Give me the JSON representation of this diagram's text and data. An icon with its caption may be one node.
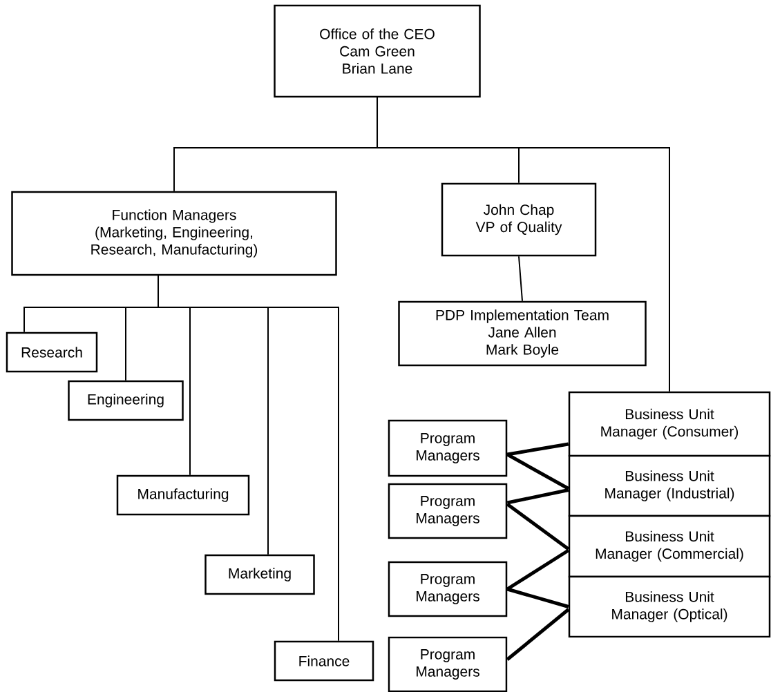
{
  "diagram": {
    "nodes": [
      {
        "text": [
          "Office of the CEO",
          "Cam Green",
          "Brian Lane"
        ]
      },
      {
        "text": [
          "Function Managers",
          "(Marketing, Engineering, Research, Manufacturing)"
        ]
      },
      {
        "text": [
          "John Chap",
          "VP of Quality"
        ]
      },
      {
        "text": [
          "PDP Implementation Team",
          "Jane Allen",
          "Mark Boyle"
        ]
      },
      {
        "text": [
          "Research"
        ]
      },
      {
        "text": [
          "Engineering"
        ]
      },
      {
        "text": [
          "Manufacturing"
        ]
      },
      {
        "text": [
          "Marketing"
        ]
      },
      {
        "text": [
          "Finance"
        ]
      },
      {
        "text": [
          "Business Unit Manager (Consumer)"
        ]
      },
      {
        "text": [
          "Business Unit Manager (Industrial)"
        ]
      },
      {
        "text": [
          "Business Unit Manager (Commercial)"
        ]
      },
      {
        "text": [
          "Business Unit Manager (Optical)"
        ]
      },
      {
        "text": [
          "Program Managers"
        ]
      },
      {
        "text": [
          "Program Managers"
        ]
      },
      {
        "text": [
          "Program Managers"
        ]
      },
      {
        "text": [
          "Program Managers"
        ]
      }
    ],
    "edges": [
      {
        "from": 0,
        "to": 1,
        "arrow": "none"
      },
      {
        "from": 0,
        "to": 2,
        "arrow": "none"
      },
      {
        "from": 0,
        "to": 9,
        "arrow": "none"
      },
      {
        "from": 2,
        "to": 3,
        "arrow": "none"
      },
      {
        "from": 1,
        "to": 4,
        "arrow": "none"
      },
      {
        "from": 1,
        "to": 5,
        "arrow": "none"
      },
      {
        "from": 1,
        "to": 6,
        "arrow": "none"
      },
      {
        "from": 1,
        "to": 7,
        "arrow": "none"
      },
      {
        "from": 1,
        "to": 8,
        "arrow": "none"
      },
      {
        "from": 13,
        "to": 9,
        "arrow": "none",
        "style": "thick"
      },
      {
        "from": 13,
        "to": 10,
        "arrow": "none",
        "style": "thick"
      },
      {
        "from": 14,
        "to": 10,
        "arrow": "none",
        "style": "thick"
      },
      {
        "from": 14,
        "to": 11,
        "arrow": "none",
        "style": "thick"
      },
      {
        "from": 15,
        "to": 11,
        "arrow": "none",
        "style": "thick"
      },
      {
        "from": 15,
        "to": 12,
        "arrow": "none",
        "style": "thick"
      },
      {
        "from": 16,
        "to": 12,
        "arrow": "none",
        "style": "thick"
      }
    ]
  }
}
